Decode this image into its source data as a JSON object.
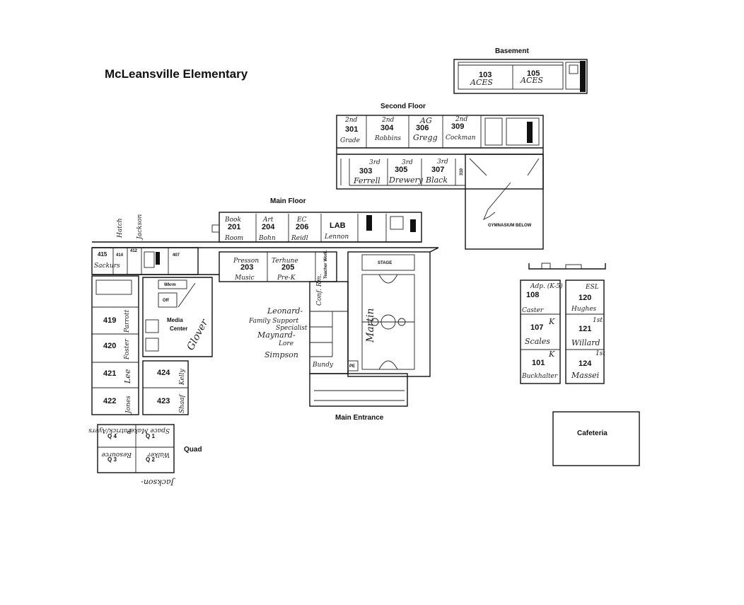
{
  "title": "McLeansville Elementary",
  "floors": {
    "basement": "Basement",
    "second": "Second Floor",
    "main": "Main Floor",
    "quad": "Quad",
    "main_entrance": "Main Entrance",
    "cafeteria": "Cafeteria"
  },
  "basement_rooms": [
    {
      "number": "103",
      "note": "ACES"
    },
    {
      "number": "105",
      "note": "ACES"
    }
  ],
  "second_floor_rooms": [
    {
      "top": "2nd",
      "number": "301",
      "note": "Grade"
    },
    {
      "top": "2nd",
      "number": "304",
      "note": "Robbins"
    },
    {
      "top": "AG",
      "number": "306",
      "note": "Gregg"
    },
    {
      "top": "2nd",
      "number": "309",
      "note": "Cockman"
    },
    {
      "top": "3rd",
      "number": "303",
      "note": "Ferrell"
    },
    {
      "top": "3rd",
      "number": "305",
      "note": "Drewery"
    },
    {
      "top": "3rd",
      "number": "307",
      "note": "Black"
    },
    {
      "top": "",
      "number": "310",
      "note": ""
    }
  ],
  "gym_label": "GYMNASIUM BELOW",
  "main_floor_top": [
    {
      "top": "Book",
      "number": "201",
      "note": "Room"
    },
    {
      "top": "Art",
      "number": "204",
      "note": "Bohn"
    },
    {
      "top": "EC",
      "number": "206",
      "note": "Reidl"
    },
    {
      "top": "",
      "number": "LAB",
      "note": "Lennon"
    }
  ],
  "main_floor_mid": [
    {
      "top": "Presson",
      "number": "203",
      "note": "Music"
    },
    {
      "top": "Terhune",
      "number": "205",
      "note": "Pre-K"
    }
  ],
  "teacher_work": "Teacher Work.",
  "conf_rm": "Conf. Rm.",
  "west_wing": [
    {
      "number": "415",
      "note": "Sackurs"
    },
    {
      "number": "414",
      "note": ""
    },
    {
      "number": "412",
      "note": ""
    },
    {
      "number": "407",
      "note": ""
    }
  ],
  "vertical_notes": {
    "hatch": "Hatch",
    "jackson": "Jackson"
  },
  "west_classrooms": [
    {
      "number": "419",
      "note": "Parrott"
    },
    {
      "number": "420",
      "note": "Foster"
    },
    {
      "number": "421",
      "note": "Lee"
    },
    {
      "number": "422",
      "note": "Jones"
    },
    {
      "number": "424",
      "note": "Kelly"
    },
    {
      "number": "423",
      "note": "Shaaf"
    }
  ],
  "media_center": {
    "label1": "Media",
    "label2": "Center",
    "note": "Glover",
    "wkrm": "Wkrm",
    "off": "Off"
  },
  "office_notes": [
    "Leonard-",
    "Family Support",
    "Specialist",
    "Maynard-",
    "Lore",
    "Simpson",
    "Bundy"
  ],
  "stage": "STAGE",
  "pe": "PE",
  "gym_note": "Martin",
  "east_wing": [
    {
      "top": "Adp. (K-5)",
      "number": "108",
      "note": "Caster",
      "tag": ""
    },
    {
      "top": "ESL",
      "number": "120",
      "note": "Hughes",
      "tag": ""
    },
    {
      "top": "",
      "number": "107",
      "note": "Scales",
      "tag": "K"
    },
    {
      "top": "1st",
      "number": "121",
      "note": "Willard",
      "tag": ""
    },
    {
      "top": "",
      "number": "101",
      "note": "Buckhalter",
      "tag": "K"
    },
    {
      "top": "1st",
      "number": "124",
      "note": "Massei",
      "tag": ""
    }
  ],
  "quad_rooms": [
    {
      "number": "Q 4",
      "note": "Patrick/Ayers"
    },
    {
      "number": "Q 1",
      "note": "Space Maker"
    },
    {
      "number": "Q 3",
      "note": "Resource"
    },
    {
      "number": "Q 2",
      "note": "Walker"
    }
  ],
  "quad_bottom_note": "Jackson-"
}
